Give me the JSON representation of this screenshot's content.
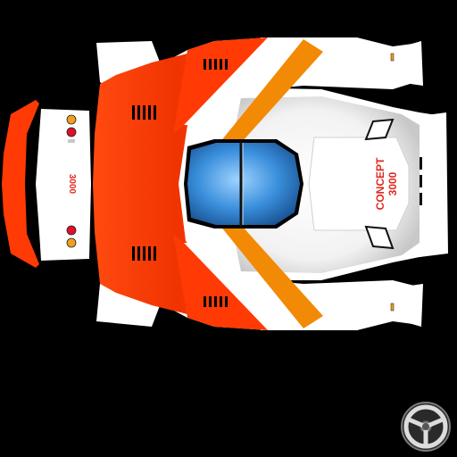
{
  "texture": {
    "background_color": "#000000",
    "colors": {
      "body_white": "#ffffff",
      "body_red": "#ff3a05",
      "stripe_orange": "#f28a05",
      "stripe_white": "#ffffff",
      "canopy_blue": "#3a8fdc",
      "canopy_outline": "#000000",
      "vent_black": "#000000",
      "tail_light_red": "#e0102a",
      "tail_light_amber": "#f0a020",
      "decal_red": "#e0281e"
    }
  },
  "decals": {
    "hood_line1": "CONCEPT",
    "hood_line2": "3000",
    "rear_number": "3000"
  },
  "steering_wheel": {
    "icon": "steering-wheel-icon"
  }
}
